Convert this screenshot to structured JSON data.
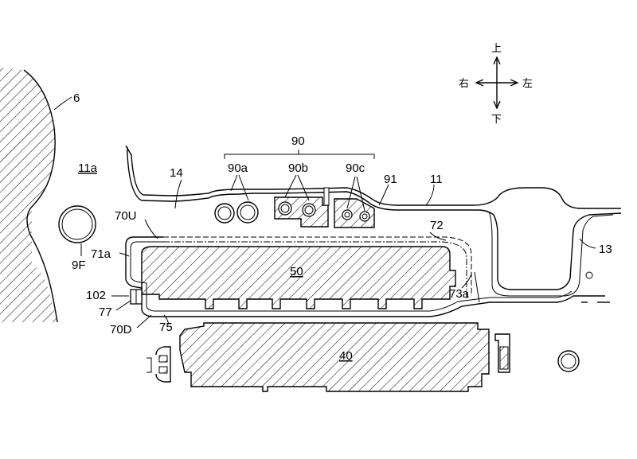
{
  "labels": {
    "l6": "6",
    "l11a": "11a",
    "l9F": "9F",
    "l70U": "70U",
    "l71a": "71a",
    "l102": "102",
    "l77": "77",
    "l70D": "70D",
    "l75": "75",
    "l14": "14",
    "l90": "90",
    "l90a": "90a",
    "l90b": "90b",
    "l90c": "90c",
    "l91": "91",
    "l11": "11",
    "l72": "72",
    "l13": "13",
    "l73a": "73a",
    "l50": "50",
    "l40": "40"
  },
  "compass": {
    "up": "上",
    "down": "下",
    "right": "右",
    "left": "左"
  }
}
